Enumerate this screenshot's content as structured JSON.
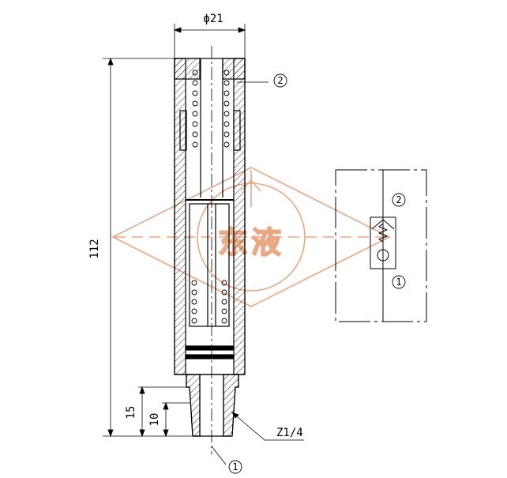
{
  "dimensions": {
    "top_diameter": "ϕ21",
    "total_length": "112",
    "thread_length_outer": "15",
    "thread_length_inner": "10",
    "thread_spec": "Z1/4"
  },
  "callouts": {
    "spring_side": "2",
    "inlet_side": "1"
  },
  "schematic": {
    "top_port": "2",
    "bottom_port": "1"
  },
  "watermark": {
    "text": "东液",
    "color": "#e8a884"
  }
}
